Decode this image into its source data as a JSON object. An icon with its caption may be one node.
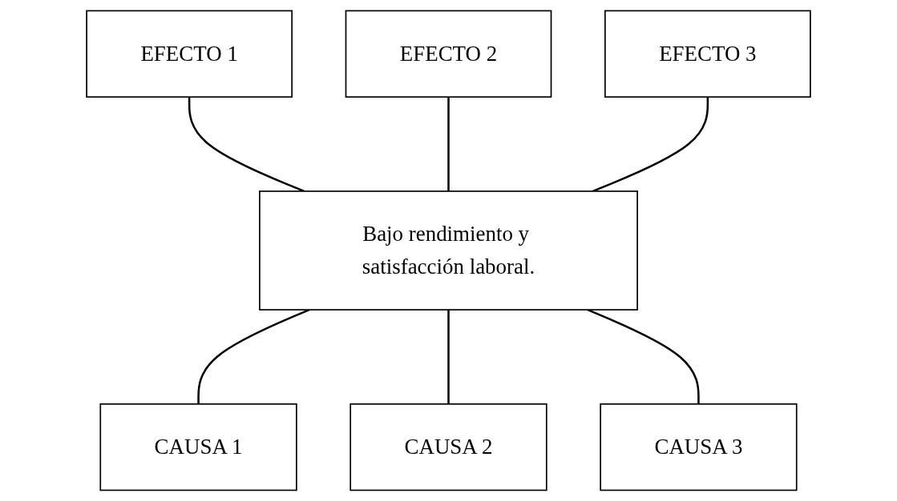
{
  "diagram": {
    "nodes": [
      {
        "text": [
          "EFECTO 1"
        ]
      },
      {
        "text": [
          "EFECTO 2"
        ]
      },
      {
        "text": [
          "EFECTO 3"
        ]
      },
      {
        "text": [
          "Bajo rendimiento y satisfacción laboral."
        ]
      },
      {
        "text": [
          "CAUSA 1"
        ]
      },
      {
        "text": [
          "CAUSA 2"
        ]
      },
      {
        "text": [
          "CAUSA 3"
        ]
      }
    ],
    "edges": [
      {
        "from": 0,
        "to": 3,
        "arrow": "none"
      },
      {
        "from": 1,
        "to": 3,
        "arrow": "none"
      },
      {
        "from": 2,
        "to": 3,
        "arrow": "none"
      },
      {
        "from": 3,
        "to": 4,
        "arrow": "none"
      },
      {
        "from": 3,
        "to": 5,
        "arrow": "none"
      },
      {
        "from": 3,
        "to": 6,
        "arrow": "none"
      }
    ]
  }
}
